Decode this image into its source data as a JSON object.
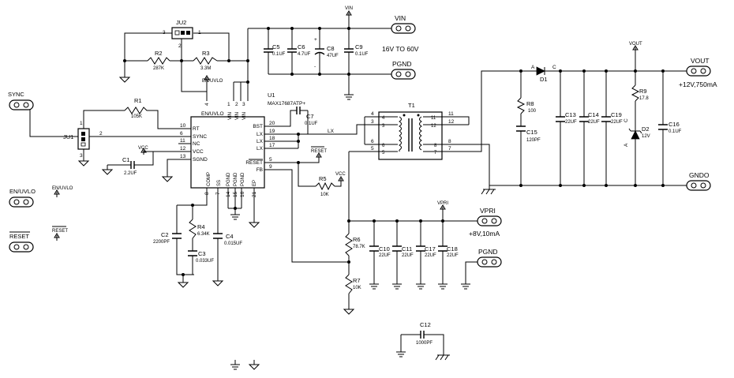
{
  "connectors": {
    "sync": "SYNC",
    "en_uvlo": "EN/UVLO",
    "reset": "RESET",
    "vin": "VIN",
    "pgnd_in": "PGND",
    "vout": "VOUT",
    "gndo": "GNDO",
    "vpri": "VPRI",
    "pgnd_pri": "PGND"
  },
  "annotations": {
    "vin_range": "16V TO 60V",
    "vout_spec": "+12V,750mA",
    "vpri_spec": "+8V,10mA"
  },
  "ic": {
    "ref": "U1",
    "part": "MAX17687ATP+",
    "left_pins": [
      {
        "num": "10",
        "name": "RT"
      },
      {
        "num": "6",
        "name": "SYNC"
      },
      {
        "num": "11",
        "name": "NC"
      },
      {
        "num": "12",
        "name": "VCC"
      },
      {
        "num": "13",
        "name": "SGND"
      }
    ],
    "right_pins": [
      {
        "num": "20",
        "name": "BST"
      },
      {
        "num": "19",
        "name": "LX"
      },
      {
        "num": "18",
        "name": "LX"
      },
      {
        "num": "17",
        "name": "LX"
      },
      {
        "num": "5",
        "name": "RESET"
      },
      {
        "num": "9",
        "name": "FB"
      }
    ],
    "top_pins": [
      {
        "num": "4",
        "name": "EN/UVLO"
      },
      {
        "num": "1",
        "name": "VIN"
      },
      {
        "num": "2",
        "name": "VIN"
      },
      {
        "num": "3",
        "name": "VIN"
      }
    ],
    "bottom_pins": [
      {
        "num": "8",
        "name": "COMP"
      },
      {
        "num": "7",
        "name": "SS"
      },
      {
        "num": "14",
        "name": "PGND"
      },
      {
        "num": "15",
        "name": "PGND"
      },
      {
        "num": "16",
        "name": "PGND"
      },
      {
        "num": "21",
        "name": "EP"
      }
    ]
  },
  "jumpers": {
    "ju1": {
      "ref": "JU1",
      "pins": [
        "1",
        "2",
        "3"
      ]
    },
    "ju2": {
      "ref": "JU2",
      "pins": [
        "3",
        "2",
        "1"
      ]
    }
  },
  "transformer": {
    "ref": "T1",
    "primary_pins": [
      "4",
      "3",
      "6",
      "5"
    ],
    "primary_inner": [
      "4",
      "3",
      "6",
      "5"
    ],
    "secondary_pins": [
      "11",
      "12",
      "8",
      "7"
    ],
    "secondary_inner": [
      "11",
      "12",
      "8",
      "7"
    ]
  },
  "components": {
    "r1": {
      "ref": "R1",
      "value": "105K"
    },
    "r2": {
      "ref": "R2",
      "value": "287K"
    },
    "r3": {
      "ref": "R3",
      "value": "3.3M"
    },
    "r4": {
      "ref": "R4",
      "value": "6.34K"
    },
    "r5": {
      "ref": "R5",
      "value": "10K"
    },
    "r6": {
      "ref": "R6",
      "value": "78.7K"
    },
    "r7": {
      "ref": "R7",
      "value": "10K"
    },
    "r8": {
      "ref": "R8",
      "value": "100"
    },
    "r9": {
      "ref": "R9",
      "value": "17.8"
    },
    "c1": {
      "ref": "C1",
      "value": "2.2UF"
    },
    "c2": {
      "ref": "C2",
      "value": "2200PF"
    },
    "c3": {
      "ref": "C3",
      "value": "0.033UF"
    },
    "c4": {
      "ref": "C4",
      "value": "0.015UF"
    },
    "c5": {
      "ref": "C5",
      "value": "0.1UF"
    },
    "c6": {
      "ref": "C6",
      "value": "4.7UF"
    },
    "c7": {
      "ref": "C7",
      "value": "0.1UF"
    },
    "c8": {
      "ref": "C8",
      "value": "47UF"
    },
    "c9": {
      "ref": "C9",
      "value": "0.1UF"
    },
    "c10": {
      "ref": "C10",
      "value": "22UF"
    },
    "c11": {
      "ref": "C11",
      "value": "22UF"
    },
    "c12": {
      "ref": "C12",
      "value": "1000PF"
    },
    "c13": {
      "ref": "C13",
      "value": "22UF"
    },
    "c14": {
      "ref": "C14",
      "value": "22UF"
    },
    "c15": {
      "ref": "C15",
      "value": "120PF"
    },
    "c16": {
      "ref": "C16",
      "value": "0.1UF"
    },
    "c17": {
      "ref": "C17",
      "value": "22UF"
    },
    "c18": {
      "ref": "C18",
      "value": "22UF"
    },
    "c19": {
      "ref": "C19",
      "value": "22UF"
    },
    "d1": {
      "ref": "D1",
      "anode": "A",
      "cathode": "C"
    },
    "d2": {
      "ref": "D2",
      "value": "12V",
      "anode": "A",
      "cathode": "C"
    }
  },
  "net_labels": {
    "en_uvlo": "EN/UVLO",
    "vcc": "VCC",
    "reset": "RESET",
    "vin": "VIN",
    "vout": "VOUT",
    "vpri": "VPRI",
    "lx": "LX"
  },
  "polarity": {
    "plus": "+",
    "minus": "-"
  }
}
